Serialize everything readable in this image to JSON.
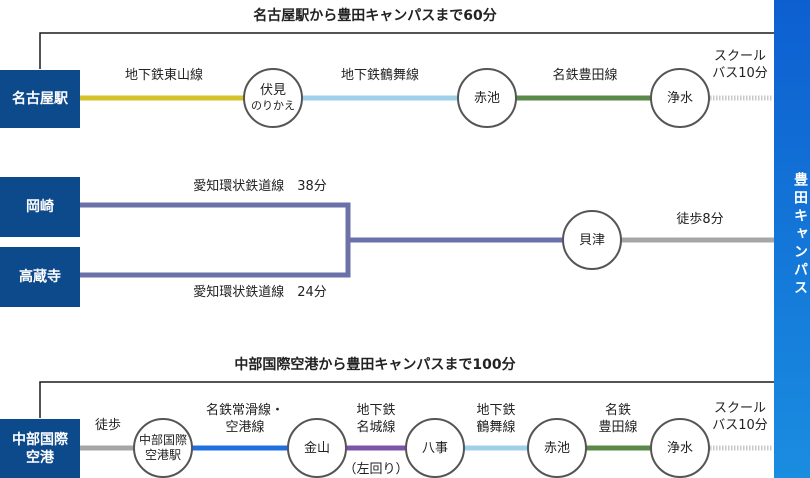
{
  "section1": {
    "title": "名古屋駅から豊田キャンパスまで60分",
    "origin": "名古屋駅",
    "stations": [
      {
        "name": "伏見",
        "sub": "のりかえ"
      },
      {
        "name": "赤池"
      },
      {
        "name": "浄水"
      }
    ],
    "lines": [
      "地下鉄東山線",
      "地下鉄鶴舞線",
      "名鉄豊田線"
    ],
    "bus": "スクール\nバス10分"
  },
  "section2": {
    "origins": [
      "岡崎",
      "高蔵寺"
    ],
    "line_top": "愛知環状鉄道線　38分",
    "line_bottom": "愛知環状鉄道線　24分",
    "station": "貝津",
    "walk": "徒歩8分"
  },
  "section3": {
    "title": "中部国際空港から豊田キャンパスまで100分",
    "origin": "中部国際\n空港",
    "walk": "徒歩",
    "stations": [
      "中部国際\n空港駅",
      "金山",
      "八事",
      "赤池",
      "浄水"
    ],
    "lines": [
      "名鉄常滑線・\n空港線",
      "地下鉄\n名城線",
      "地下鉄\n鶴舞線",
      "名鉄\n豊田線"
    ],
    "meijo_note": "（左回り）",
    "bus": "スクール\nバス10分"
  },
  "campus": "豊田キャンパス",
  "colors": {
    "box": "#0d4a8c",
    "higashiyama": "#d4c22a",
    "tsurumai": "#9ed0ea",
    "toyota_line": "#5a8a4a",
    "aikan": "#6a72a8",
    "walk": "#a6a6a6",
    "tokoname": "#1f6fe0",
    "meijo": "#7a55a8",
    "campus": "#1a7ad8"
  }
}
